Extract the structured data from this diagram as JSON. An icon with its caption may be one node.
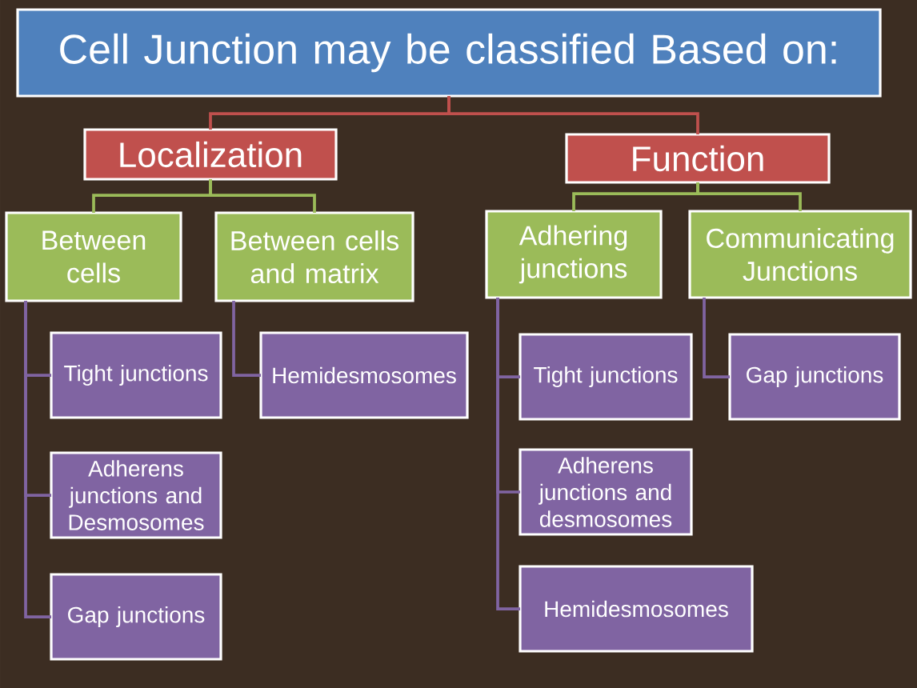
{
  "diagram": {
    "nodes": [
      {
        "text": [
          "Cell Junction may be classified Based on:"
        ]
      },
      {
        "text": [
          "Localization"
        ]
      },
      {
        "text": [
          "Function"
        ]
      },
      {
        "text": [
          "Between cells"
        ]
      },
      {
        "text": [
          "Between cells and matrix"
        ]
      },
      {
        "text": [
          "Adhering junctions"
        ]
      },
      {
        "text": [
          "Communicating Junctions"
        ]
      },
      {
        "text": [
          "Tight junctions"
        ]
      },
      {
        "text": [
          "Adherens junctions and Desmosomes"
        ]
      },
      {
        "text": [
          "Gap junctions"
        ]
      },
      {
        "text": [
          "Hemidesmosomes"
        ]
      },
      {
        "text": [
          "Tight junctions"
        ]
      },
      {
        "text": [
          "Adherens junctions and desmosomes"
        ]
      },
      {
        "text": [
          "Hemidesmosomes"
        ]
      },
      {
        "text": [
          "Gap junctions"
        ]
      }
    ],
    "edges": [
      {
        "from": 0,
        "to": 1,
        "arrow": "none",
        "color": "#c0504d"
      },
      {
        "from": 0,
        "to": 2,
        "arrow": "none",
        "color": "#c0504d"
      },
      {
        "from": 1,
        "to": 3,
        "arrow": "none",
        "color": "#9bbb59"
      },
      {
        "from": 1,
        "to": 4,
        "arrow": "none",
        "color": "#9bbb59"
      },
      {
        "from": 2,
        "to": 5,
        "arrow": "none",
        "color": "#9bbb59"
      },
      {
        "from": 2,
        "to": 6,
        "arrow": "none",
        "color": "#9bbb59"
      },
      {
        "from": 3,
        "to": 7,
        "arrow": "none"
      },
      {
        "from": 3,
        "to": 8,
        "arrow": "none"
      },
      {
        "from": 3,
        "to": 9,
        "arrow": "none"
      },
      {
        "from": 4,
        "to": 10,
        "arrow": "none"
      },
      {
        "from": 5,
        "to": 11,
        "arrow": "none"
      },
      {
        "from": 5,
        "to": 12,
        "arrow": "none"
      },
      {
        "from": 5,
        "to": 13,
        "arrow": "none"
      },
      {
        "from": 6,
        "to": 14,
        "arrow": "none"
      }
    ]
  }
}
